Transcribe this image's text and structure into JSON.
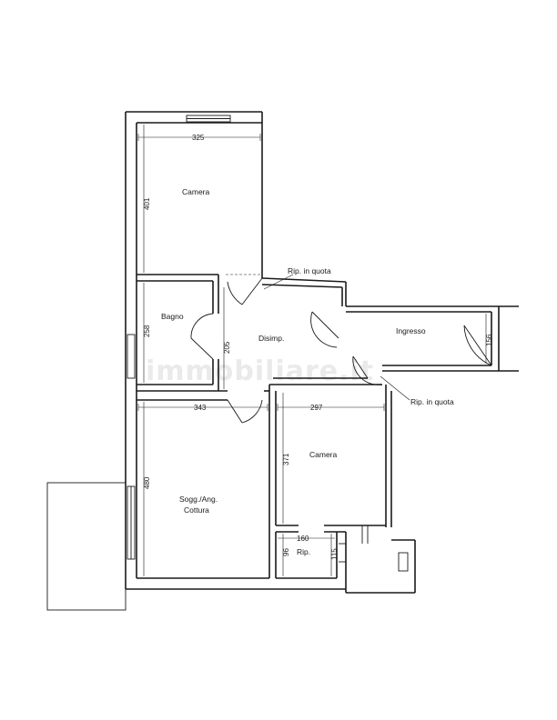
{
  "rooms": {
    "camera_1": "Camera",
    "bagno": "Bagno",
    "disimp": "Disimp.",
    "ingresso": "Ingresso",
    "camera_2": "Camera",
    "soggiorno_1": "Sogg./Ang.",
    "soggiorno_2": "Cottura",
    "ripostiglio": "Rip."
  },
  "notes": {
    "rip_quota_1": "Rip. in quota",
    "rip_quota_2": "Rip. in quota"
  },
  "dimensions": {
    "camera_1_width": "325",
    "camera_1_depth": "401",
    "bagno_depth": "258",
    "disimp_width": "205",
    "ingresso_depth": "156",
    "soggiorno_width": "343",
    "soggiorno_depth": "480",
    "camera_2_width": "297",
    "camera_2_depth": "371",
    "rip_width": "160",
    "rip_depth_1": "96",
    "rip_depth_2": "115"
  },
  "watermark": "immobiliare.it"
}
